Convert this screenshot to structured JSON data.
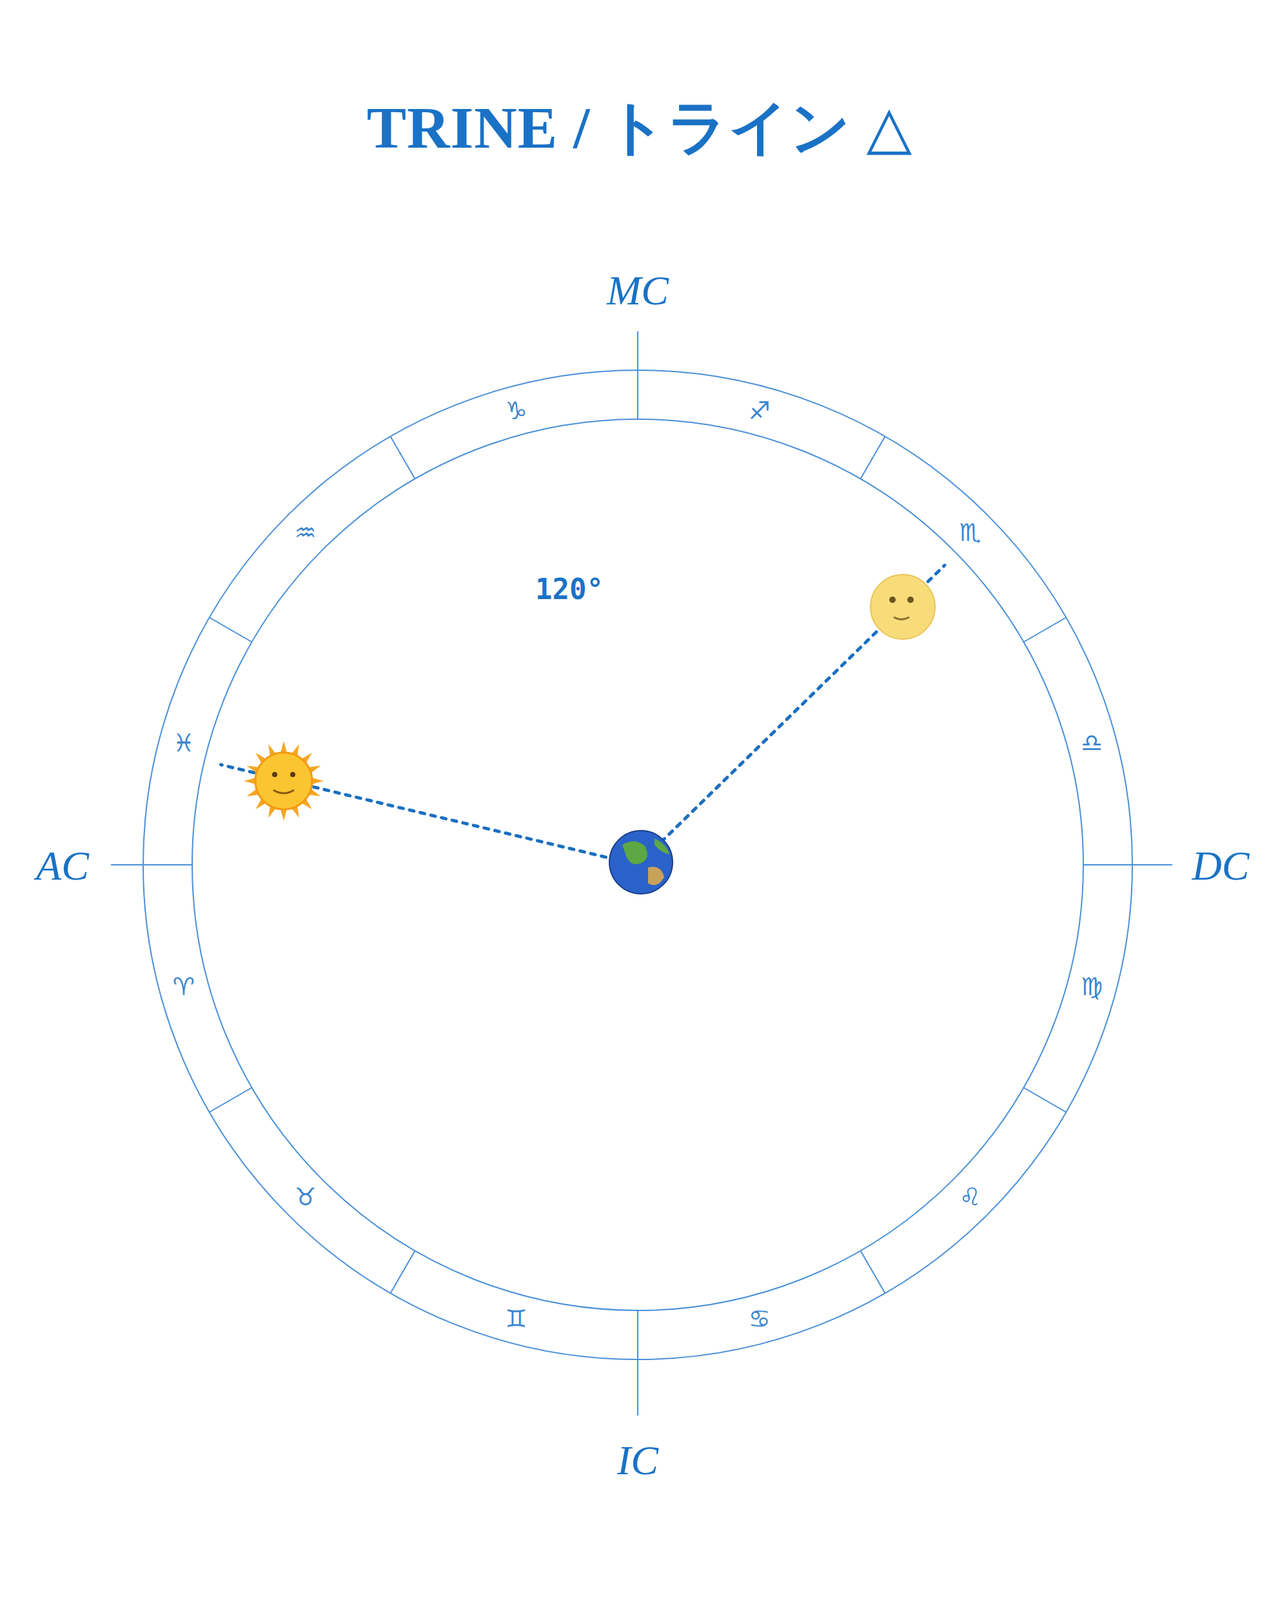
{
  "diagram": {
    "title": "TRINE / トライン △",
    "labels": [
      "MC",
      "♑",
      "♐",
      "♏",
      "120°",
      "♒",
      "♓",
      "♎",
      "AC",
      "DC",
      "♍",
      "♈",
      "♌",
      "♉",
      "♊",
      "♋",
      "IC"
    ]
  }
}
